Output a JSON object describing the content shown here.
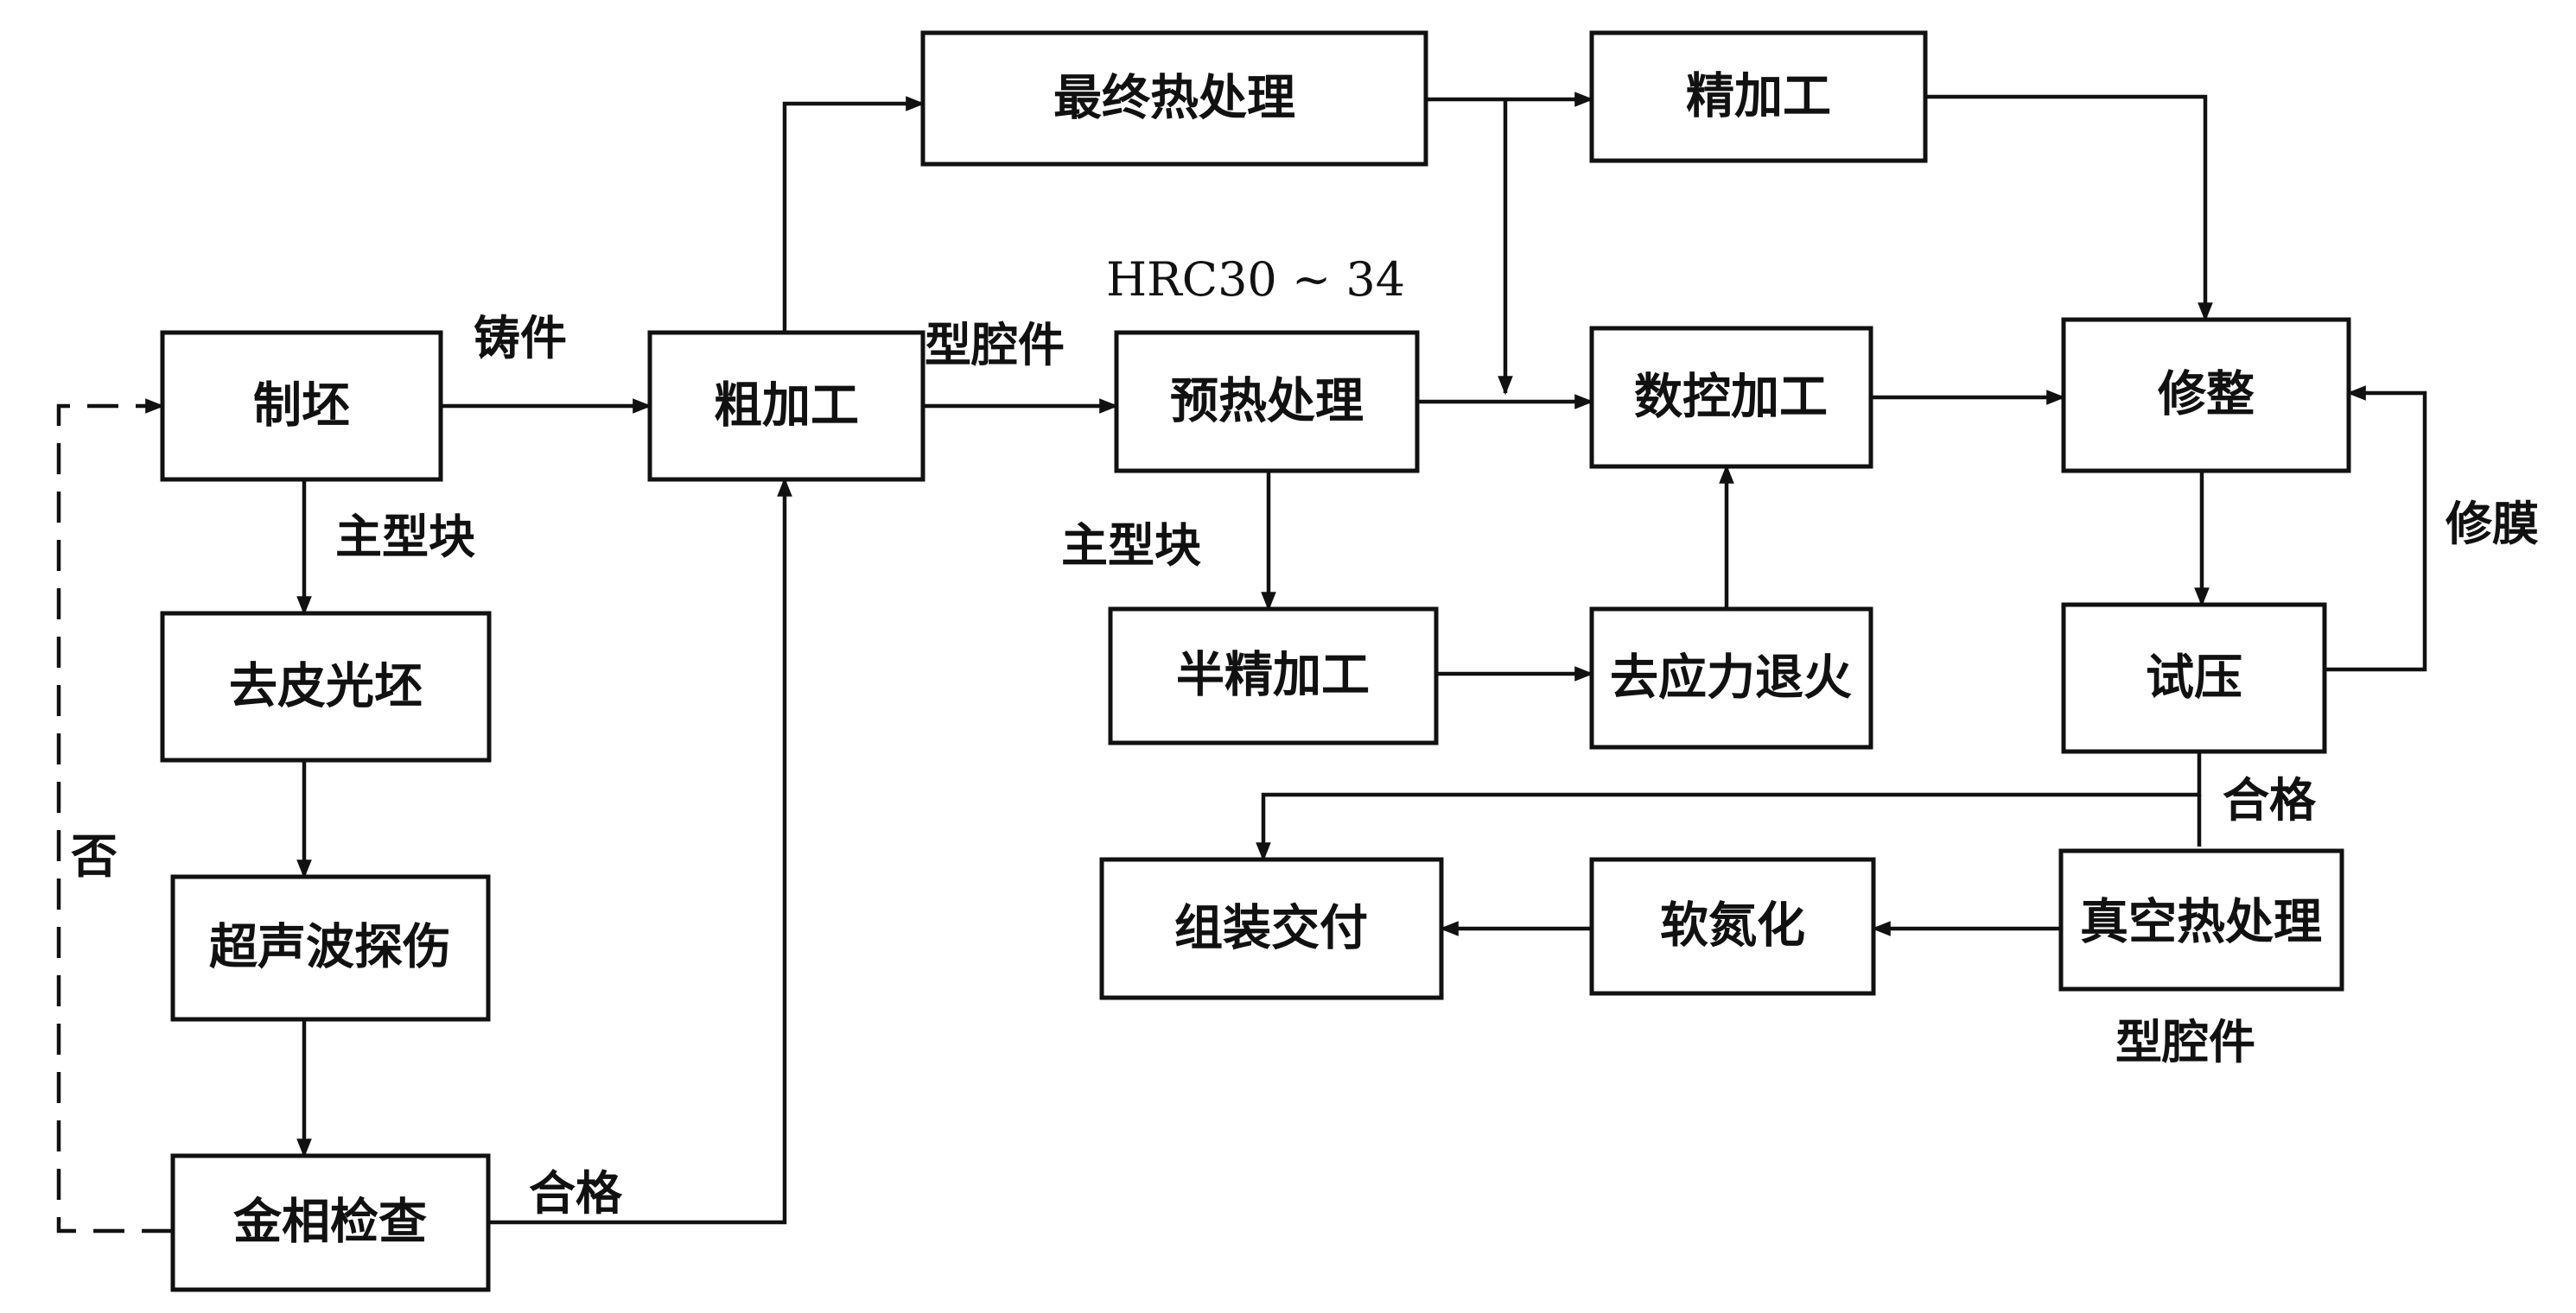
{
  "nodes": {
    "blank": "制坯",
    "peel": "去皮光坯",
    "ultrasonic": "超声波探伤",
    "metallographic": "金相检查",
    "rough": "粗加工",
    "final_heat": "最终热处理",
    "finish": "精加工",
    "preheat": "预热处理",
    "cnc": "数控加工",
    "trim": "修整",
    "semi_finish": "半精加工",
    "stress_relief": "去应力退火",
    "pressure_test": "试压",
    "assembly": "组装交付",
    "nitriding": "软氮化",
    "vacuum_heat": "真空热处理"
  },
  "edge_labels": {
    "casting": "铸件",
    "main_block_left": "主型块",
    "no": "否",
    "qualified_left": "合格",
    "cavity_top": "型腔件",
    "hrc": "HRC30 ~  34",
    "main_block_mid": "主型块",
    "repair_die": "修膜",
    "qualified_right": "合格",
    "cavity_bottom": "型腔件"
  }
}
